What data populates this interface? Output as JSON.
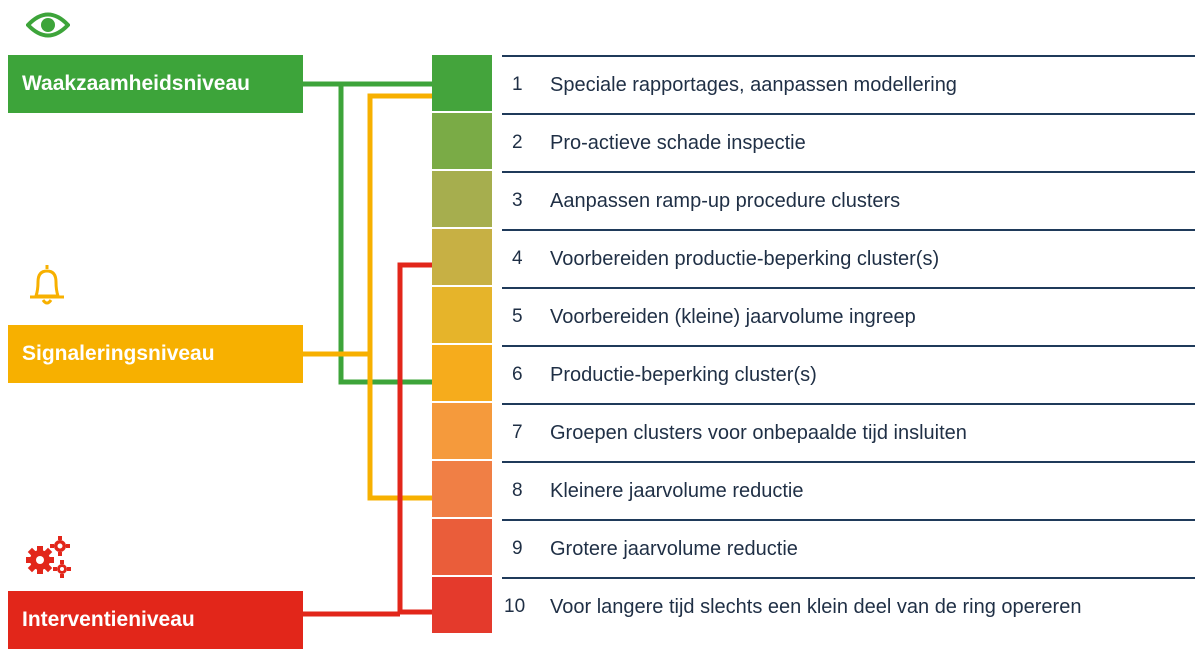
{
  "levels": [
    {
      "label": "Waakzaamheidsniveau",
      "color": "#3da43a",
      "icon": "eye-icon"
    },
    {
      "label": "Signaleringsniveau",
      "color": "#f7b000",
      "icon": "bell-icon"
    },
    {
      "label": "Interventieniveau",
      "color": "#e2261a",
      "icon": "gears-icon"
    }
  ],
  "steps": [
    {
      "num": "1",
      "text": "Speciale rapportages, aanpassen modellering",
      "color": "#44a43c"
    },
    {
      "num": "2",
      "text": "Pro-actieve schade inspectie",
      "color": "#7aab46"
    },
    {
      "num": "3",
      "text": "Aanpassen ramp-up procedure clusters",
      "color": "#a6ae4e"
    },
    {
      "num": "4",
      "text": "Voorbereiden productie-beperking cluster(s)",
      "color": "#c7b044"
    },
    {
      "num": "5",
      "text": "Voorbereiden (kleine) jaarvolume ingreep",
      "color": "#e6b42a"
    },
    {
      "num": "6",
      "text": "Productie-beperking cluster(s)",
      "color": "#f6ac1c"
    },
    {
      "num": "7",
      "text": "Groepen clusters voor onbepaalde tijd insluiten",
      "color": "#f59a3c"
    },
    {
      "num": "8",
      "text": "Kleinere jaarvolume reductie",
      "color": "#f07f45"
    },
    {
      "num": "9",
      "text": "Grotere jaarvolume reductie",
      "color": "#ea5d3a"
    },
    {
      "num": "10",
      "text": "Voor langere tijd slechts een klein deel van de ring opereren",
      "color": "#e43a2c"
    }
  ],
  "connector_colors": {
    "green": "#3da43a",
    "orange": "#f7b000",
    "red": "#e2261a"
  },
  "row_divider_color": "#1f3a5a"
}
